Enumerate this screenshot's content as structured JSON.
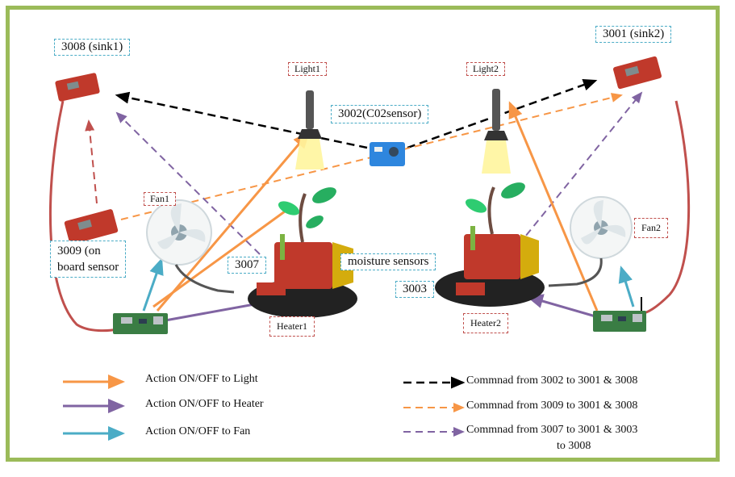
{
  "nodes": {
    "sink1": "3008 (sink1)",
    "sink2": "3001 (sink2)",
    "co2_sensor": "3002(C02sensor)",
    "onboard_sensor_line1": "3009 (on",
    "onboard_sensor_line2": "board sensor",
    "moisture_node_1": "3007",
    "moisture_sensors": "moisture sensors",
    "moisture_node_2": "3003"
  },
  "devices": {
    "light1": "Light1",
    "light2": "Light2",
    "fan1": "Fan1",
    "fan2": "Fan2",
    "heater1": "Heater1",
    "heater2": "Heater2"
  },
  "legend": {
    "light_action": "Action ON/OFF to Light",
    "heater_action": "Action ON/OFF to Heater",
    "fan_action": "Action ON/OFF to Fan",
    "cmd_3002": "Commnad from 3002 to 3001 & 3008",
    "cmd_3009": "Commnad from 3009 to 3001 & 3008",
    "cmd_3007_line1": "Commnad from 3007 to 3001 & 3003",
    "cmd_3007_line2": "to 3008"
  },
  "colors": {
    "light_arrow": "#f79646",
    "heater_arrow": "#8064a2",
    "fan_arrow": "#4bacc6",
    "cmd_3002_arrow": "#000000",
    "cmd_3009_arrow": "#f79646",
    "cmd_3007_arrow": "#8064a2",
    "board_link": "#c0504d",
    "frame": "#9bbb59"
  }
}
